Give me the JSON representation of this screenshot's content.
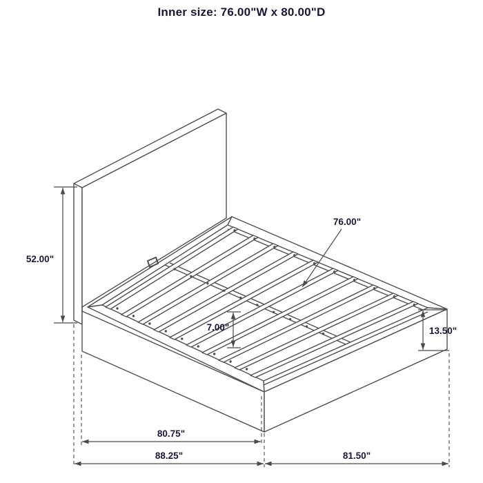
{
  "title": "Inner size: 76.00\"W x 80.00\"D",
  "diagram": {
    "type": "product-dimension-drawing",
    "labels": {
      "headboard_height": "52.00\"",
      "slat_length": "76.00\"",
      "deck_height": "7.00\"",
      "side_rail_height": "13.50\"",
      "inner_depth": "80.75\"",
      "overall_depth": "88.25\"",
      "overall_width": "81.50\""
    },
    "colors": {
      "line": "#4f4f4f",
      "text": "#181836",
      "background": "#ffffff"
    }
  }
}
